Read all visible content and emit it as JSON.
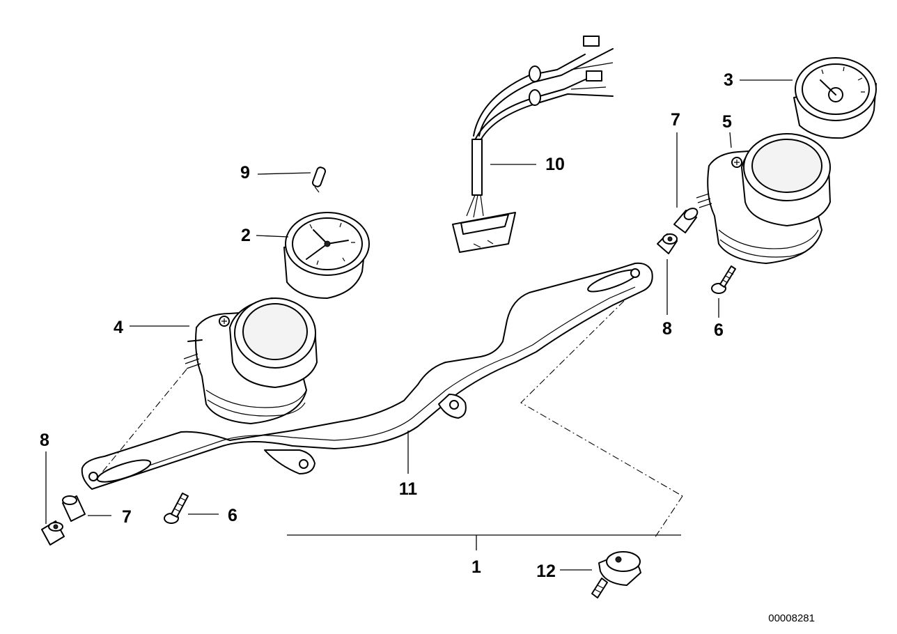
{
  "callouts": {
    "c1": "1",
    "c2": "2",
    "c3": "3",
    "c4": "4",
    "c5": "5",
    "c6a": "6",
    "c6b": "6",
    "c7a": "7",
    "c7b": "7",
    "c8a": "8",
    "c8b": "8",
    "c9": "9",
    "c10": "10",
    "c11": "11",
    "c12": "12"
  },
  "reference_number": "00008281"
}
